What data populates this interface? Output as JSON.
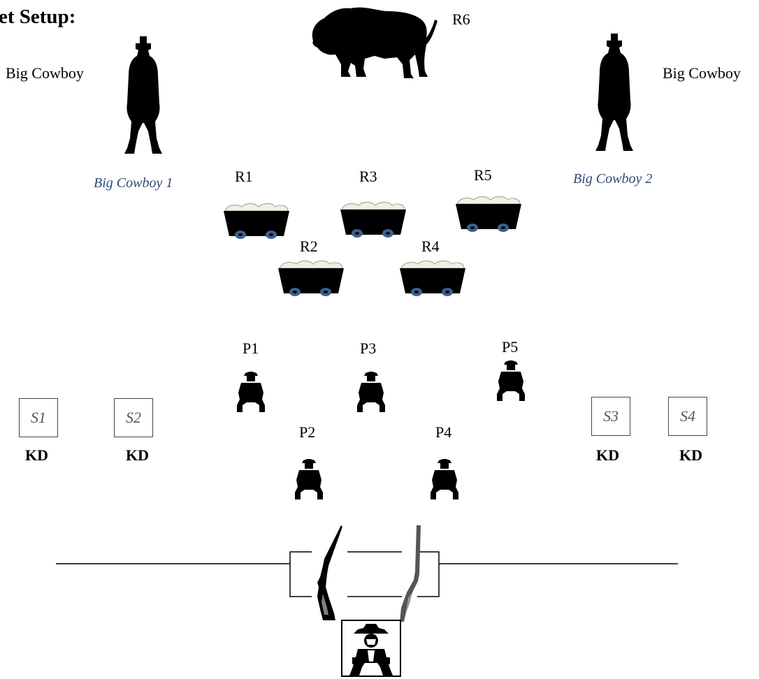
{
  "title": "et Setup:",
  "buffalo": {
    "label": "R6"
  },
  "big_cowboys": [
    {
      "side_label": "Big Cowboy",
      "caption": "Big Cowboy 1"
    },
    {
      "side_label": "Big Cowboy",
      "caption": "Big Cowboy 2"
    }
  ],
  "rifle_targets": [
    "R1",
    "R2",
    "R3",
    "R4",
    "R5"
  ],
  "pistol_targets": [
    "P1",
    "P2",
    "P3",
    "P4",
    "P5"
  ],
  "shotgun_targets": [
    {
      "label": "S1",
      "note": "KD"
    },
    {
      "label": "S2",
      "note": "KD"
    },
    {
      "label": "S3",
      "note": "KD"
    },
    {
      "label": "S4",
      "note": "KD"
    }
  ],
  "colors": {
    "silhouette": "#000000",
    "caption": "#2f4a78",
    "wheel": "#3d5f8f",
    "cover": "#f3efe1"
  },
  "icons": [
    "buffalo-icon",
    "big-cowboy-icon",
    "wagon-icon",
    "crouching-cowboy-icon",
    "shotgun-icon",
    "rifle-icon",
    "shooter-icon"
  ]
}
